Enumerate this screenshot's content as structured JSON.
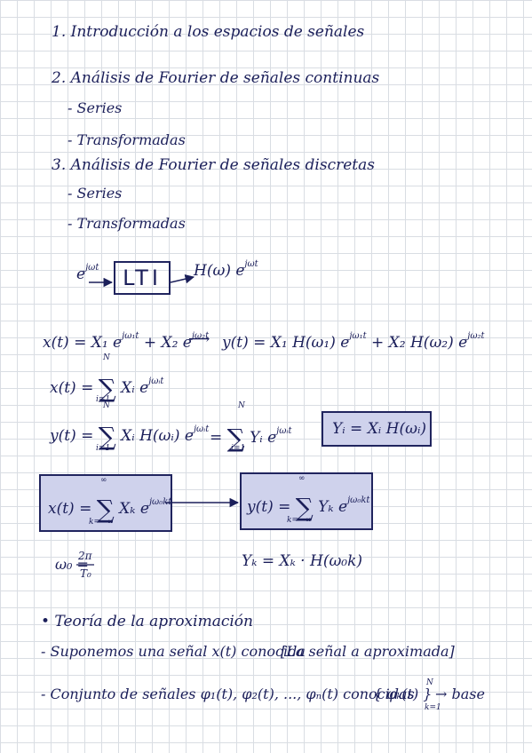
{
  "outline": {
    "item1": "1. Introducción a los espacios de señales",
    "item2": "2. Análisis de Fourier de señales continuas",
    "item2_sub1": "- Series",
    "item2_sub2": "- Transformadas",
    "item3": "3. Análisis de Fourier de señales discretas",
    "item3_sub1": "- Series",
    "item3_sub2": "- Transformadas"
  },
  "lti_diagram": {
    "input": "e",
    "input_exp": "jωt",
    "block": "LTI",
    "output": "H(ω) e",
    "output_exp": "jωt"
  },
  "equations": {
    "eq1_left": "x(t) = X₁ e",
    "eq1_exp1": "jω₁t",
    "eq1_mid": "+ X₂ e",
    "eq1_exp2": "jω₂t",
    "eq1_arrow": "⟶",
    "eq1_right1": "y(t) = X₁ H(ω₁) e",
    "eq1_exp3": "jω₁t",
    "eq1_right2": "+ X₂ H(ω₂) e",
    "eq1_exp4": "jω₂t",
    "eq2_left": "x(t) =",
    "eq2_term": "Xᵢ e",
    "eq2_exp": "jωᵢt",
    "sum_upper_n": "N",
    "sum_lower_i1": "i=1",
    "eq3_left": "y(t) =",
    "eq3_term": "Xᵢ H(ωᵢ) e",
    "eq3_exp": "jωᵢt",
    "eq3_eq": "=",
    "eq3_term2": "Yᵢ e",
    "eq3_exp2": "jωᵢt",
    "yi_box": "Yᵢ = Xᵢ H(ωᵢ)",
    "series_x_left": "x(t) =",
    "series_x_term": "Xₖ e",
    "series_x_exp": "jω₀kt",
    "sum_upper_inf": "∞",
    "sum_lower_k": "k=−∞",
    "series_y_left": "y(t) =",
    "series_y_term": "Yₖ e",
    "series_y_exp": "jω₀kt",
    "omega0_lhs": "ω₀ =",
    "omega0_num": "2π",
    "omega0_den": "T₀",
    "yk_rel": "Yₖ = Xₖ · H(ω₀k)"
  },
  "approximation": {
    "bullet1": "• Teoría de la aproximación",
    "line2_a": "- Suponemos una señal x(t) conocida",
    "line2_b": "[La señal a aproximada]",
    "line3_a": "- Conjunto de señales φ₁(t), φ₂(t), ..., φₙ(t) conocidas",
    "line3_set": "{ φₖ(t) }",
    "line3_upper": "N",
    "line3_lower": "k=1",
    "line3_tail": "→ base"
  },
  "colors": {
    "ink": "#1b1f5a",
    "box_fill": "#cfd2ec",
    "grid": "#d9dde3"
  }
}
